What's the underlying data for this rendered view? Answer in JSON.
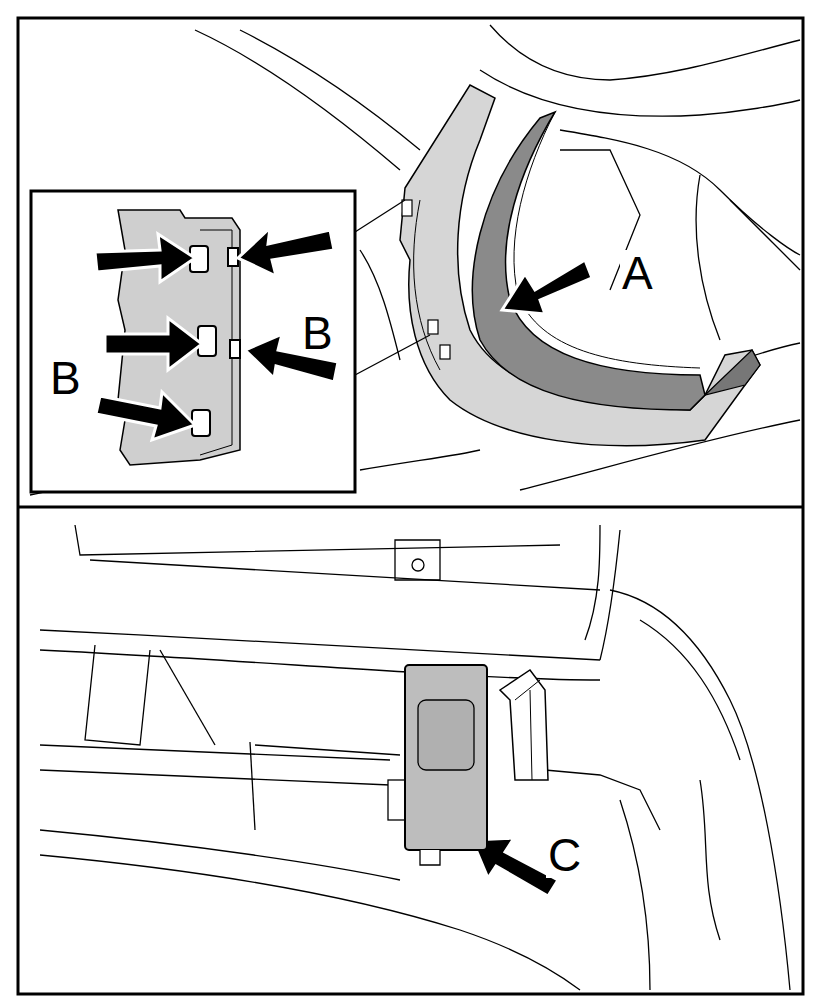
{
  "diagram": {
    "labels": [
      "A",
      "B",
      "B",
      "C"
    ]
  }
}
